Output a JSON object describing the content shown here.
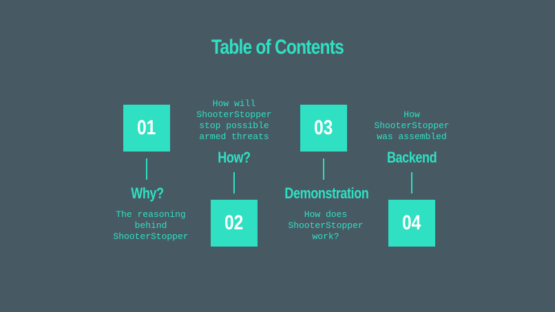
{
  "slide": {
    "title": "Table of Contents",
    "items": [
      {
        "number": "01",
        "heading": "Why?",
        "description": "The reasoning\nbehind\nShooterStopper"
      },
      {
        "number": "02",
        "heading": "How?",
        "description": "How will\nShooterStopper\nstop possible\narmed threats"
      },
      {
        "number": "03",
        "heading": "Demonstration",
        "description": "How does\nShooterStopper\nwork?"
      },
      {
        "number": "04",
        "heading": "Backend",
        "description": "How\nShooterStopper\nwas assembled"
      }
    ]
  },
  "colors": {
    "background": "#475a64",
    "accent": "#2fe0c2",
    "number_text": "#ffffff"
  }
}
